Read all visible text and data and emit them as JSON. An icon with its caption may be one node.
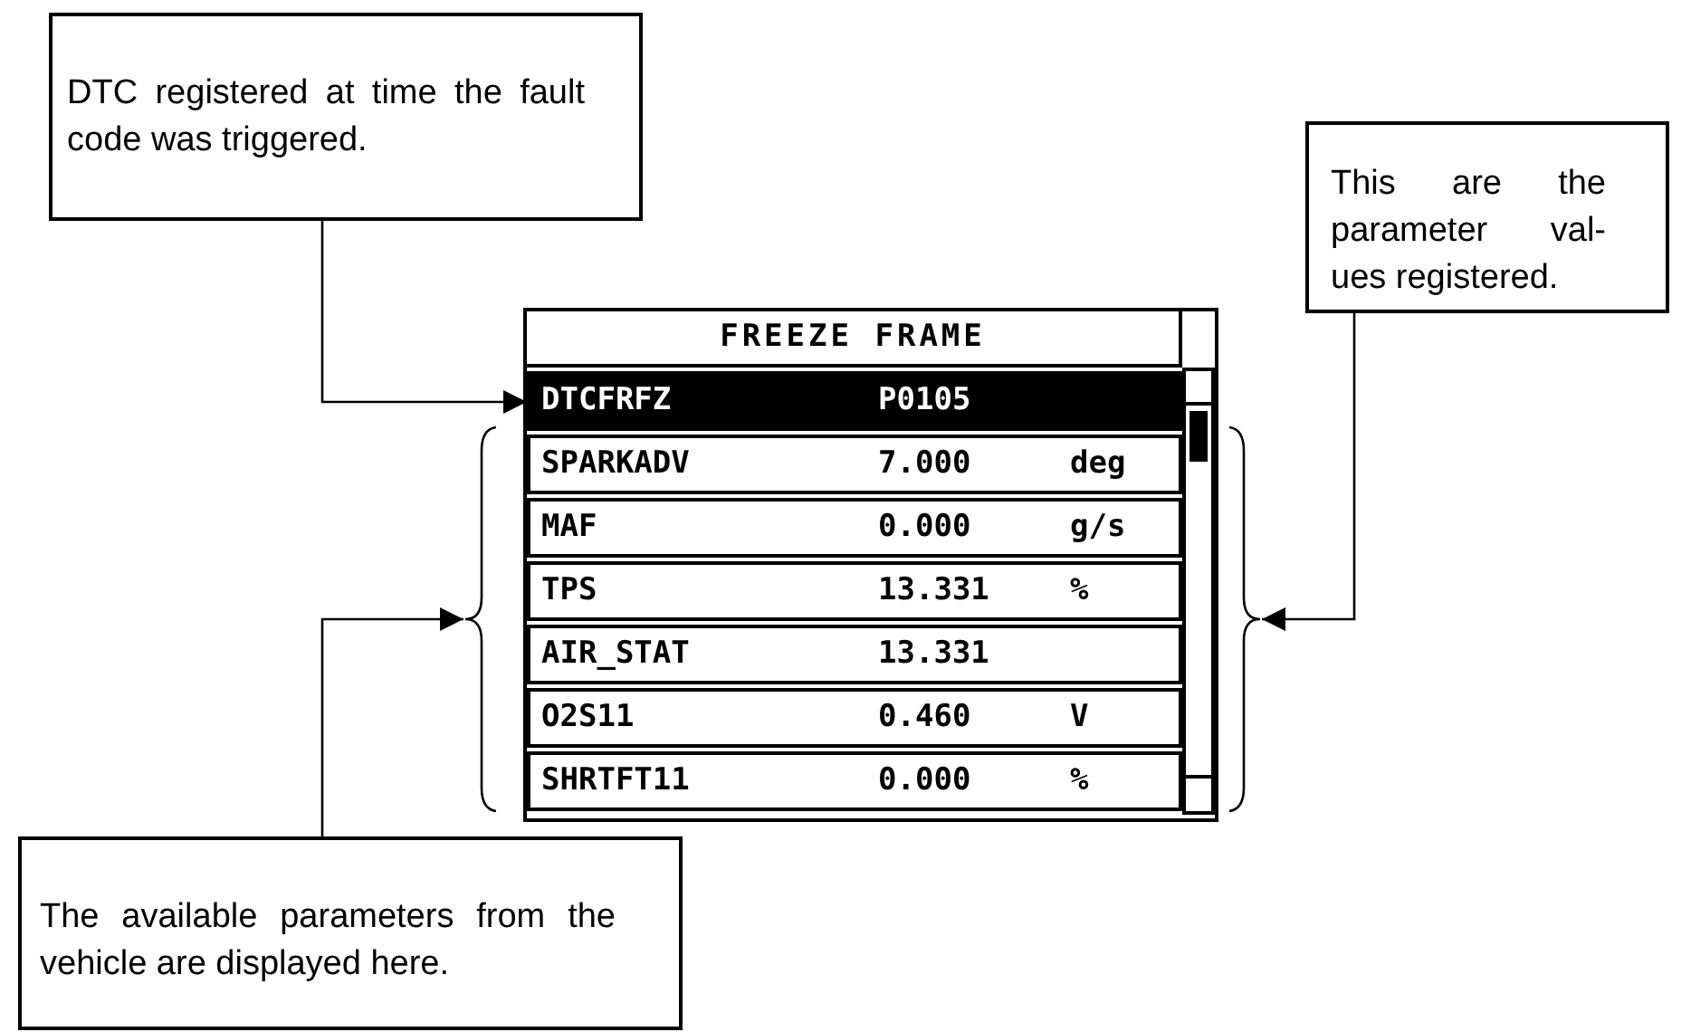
{
  "diagram": {
    "nodes": [
      {
        "text": [
          "DTC registered at time the fault code was triggered."
        ]
      },
      {
        "text": [
          "This are the parameter val- ues registered."
        ]
      },
      {
        "text": [
          "FREEZE FRAME"
        ]
      },
      {
        "text": [
          "DTCFRFZ",
          "P0105"
        ],
        "in": 2
      },
      {
        "text": [
          "SPARKADV",
          "7.000",
          "deg"
        ],
        "in": 2
      },
      {
        "text": [
          "MAF",
          "0.000",
          "g/s"
        ],
        "in": 2
      },
      {
        "text": [
          "TPS",
          "13.331",
          "%"
        ],
        "in": 2
      },
      {
        "text": [
          "AIR_STAT",
          "13.331"
        ],
        "in": 2
      },
      {
        "text": [
          "O2S11",
          "0.460",
          "V"
        ],
        "in": 2
      },
      {
        "text": [
          "SHRTFT11",
          "0.000",
          "%"
        ],
        "in": 2
      },
      {
        "text": [],
        "shape": "brace"
      },
      {
        "text": [],
        "shape": "brace"
      },
      {
        "text": [
          "The available parameters from the vehicle are displayed here."
        ]
      }
    ],
    "edges": [
      {
        "from": 0,
        "to": 3,
        "arrow": "to"
      },
      {
        "from": 1,
        "to": 11,
        "arrow": "to"
      },
      {
        "from": 12,
        "to": 10,
        "arrow": "to"
      }
    ]
  }
}
